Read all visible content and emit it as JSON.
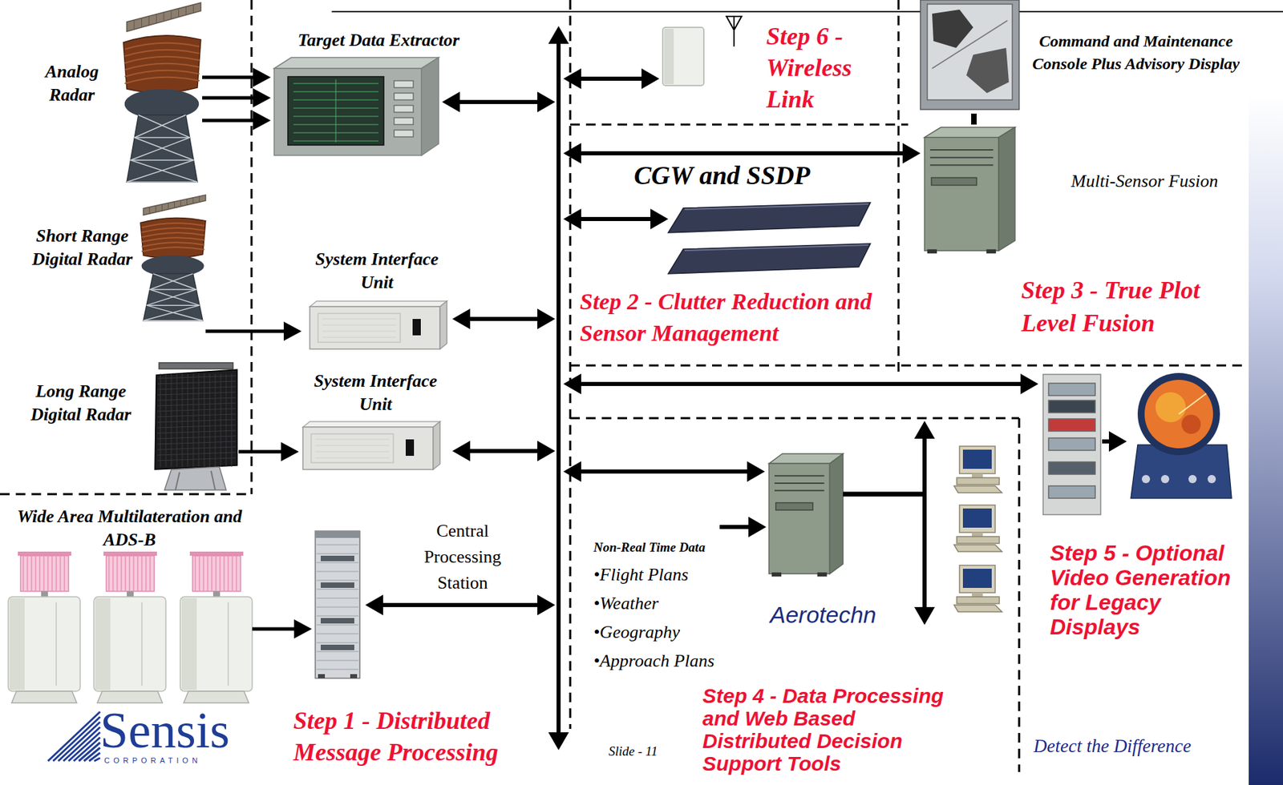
{
  "diagram": {
    "nodes": [
      {
        "text": [
          "Analog Radar"
        ]
      },
      {
        "text": [
          "Target Data Extractor"
        ]
      },
      {
        "text": [
          "Short Range Digital Radar"
        ]
      },
      {
        "text": [
          "System Interface Unit"
        ]
      },
      {
        "text": [
          "Long Range Digital Radar"
        ]
      },
      {
        "text": [
          "System Interface Unit"
        ]
      },
      {
        "text": [
          "Wide Area Multilateration and ADS-B"
        ]
      },
      {
        "text": [
          "Central Processing Station"
        ]
      },
      {
        "text": [
          "Command and Maintenance Console Plus Advisory Display"
        ]
      },
      {
        "text": [
          "Multi-Sensor Fusion"
        ]
      },
      {
        "text": [
          "Aerotechn"
        ]
      }
    ],
    "edges": [
      {
        "from": 0,
        "to": 1,
        "arrow": "to"
      },
      {
        "from": 2,
        "to": 3,
        "arrow": "to"
      },
      {
        "from": 4,
        "to": 5,
        "arrow": "to"
      },
      {
        "from": 6,
        "to": 7,
        "arrow": "to"
      },
      {
        "from": 8,
        "to": 9,
        "arrow": "none"
      }
    ],
    "labels": [
      "Step 6 - Wireless Link",
      "CGW and SSDP",
      "Step 2 - Clutter Reduction and Sensor Management",
      "Step 3 - True Plot Level Fusion",
      "Non-Real Time Data",
      "•Flight Plans",
      "•Weather",
      "•Geography",
      "•Approach Plans",
      "Step 4 - Data Processing and Web Based Distributed Decision Support Tools",
      "Step 5 - Optional Video Generation for Legacy Displays",
      "Step 1 - Distributed Message Processing",
      "Slide - 11",
      "Sensis",
      "CORPORATION",
      "Detect the Difference"
    ]
  }
}
